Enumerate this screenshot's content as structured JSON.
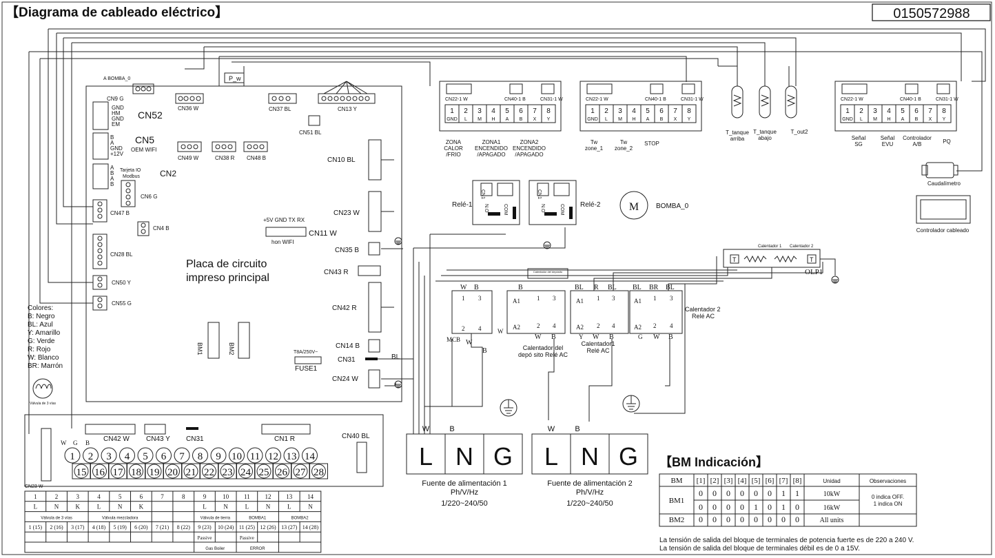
{
  "title": "【Diagrama de cableado eléctrico】",
  "code": "0150572988",
  "main_board": {
    "line1": "Placa de circuito",
    "line2": "impreso principal"
  },
  "connectors": {
    "cn9": "CN9 G",
    "cn52": "CN52",
    "cn52_pins": [
      "GND",
      "HM",
      "GND",
      "EM"
    ],
    "cn5": "CN5",
    "cn5_sub": "OEM WIFI",
    "cn5_pins": [
      "B",
      "A",
      "GND",
      "+12V"
    ],
    "cn2": "CN2",
    "cn2_pins": [
      "A",
      "B",
      "A",
      "B"
    ],
    "tarjeta": "Tarjeta IO",
    "modbus": "Modbus",
    "cn6": "CN6  G",
    "cn47": "CN47  B",
    "cn4": "CN4 B",
    "cn28": "CN28  BL",
    "cn50": "CN50  Y",
    "cn55": "CN55  G",
    "bomba0_top": "A BOMBA_0",
    "cn36": "CN36 W",
    "pw": "P_w",
    "cn37": "CN37  BL",
    "cn13": "CN13  Y",
    "cn51": "CN51  BL",
    "cn49": "CN49  W",
    "cn38": "CN38  R",
    "cn48": "CN48  B",
    "cn10": "CN10  BL",
    "cn23": "CN23  W",
    "cn35": "CN35  B",
    "cn43": "CN43  R",
    "cn42": "CN42  R",
    "cn14": "CN14  B",
    "cn31": "CN31",
    "cn24": "CN24 W",
    "bl": "BL",
    "cn11": "CN11 W",
    "cn11_pins": "+5V GND  TX   RX",
    "hon_wifi": "hon WIFI",
    "fuse_rating": "T8A/250V~",
    "fuse": "FUSE1",
    "bm1": "BM1",
    "bm2": "BM2"
  },
  "terminal_blocks": [
    {
      "top": [
        "CN22-1 W",
        "CN40-1 B",
        "CN31-1 W"
      ],
      "nums": [
        "1",
        "2",
        "3",
        "4",
        "5",
        "6",
        "7",
        "8"
      ],
      "pins": [
        "GND",
        "L",
        "M",
        "H",
        "A",
        "B",
        "X",
        "Y"
      ]
    },
    {
      "top": [
        "CN22-1 W",
        "CN40-1 B",
        "CN31-1 W"
      ],
      "nums": [
        "1",
        "2",
        "3",
        "4",
        "5",
        "6",
        "7",
        "8"
      ],
      "pins": [
        "GND",
        "L",
        "M",
        "H",
        "A",
        "B",
        "X",
        "Y"
      ]
    },
    {
      "top": [
        "CN22-1 W",
        "CN40-1 B",
        "CN31-1 W"
      ],
      "nums": [
        "1",
        "2",
        "3",
        "4",
        "5",
        "6",
        "7",
        "8"
      ],
      "pins": [
        "GND",
        "L",
        "M",
        "H",
        "A",
        "B",
        "X",
        "Y"
      ]
    }
  ],
  "zone_labels": [
    [
      "ZONA",
      "CALOR",
      "/FRIO"
    ],
    [
      "ZONA1",
      "ENCENDIDO",
      "/APAGADO"
    ],
    [
      "ZONA2",
      "ENCENDIDO",
      "/APAGADO"
    ]
  ],
  "tw_labels": [
    [
      "Tw",
      "zone_1"
    ],
    [
      "Tw",
      "zone_2"
    ],
    [
      "STOP"
    ]
  ],
  "sensors": [
    "T_tanque arriba",
    "T_tanque abajo",
    "T_out2"
  ],
  "sensor_lines": [
    [
      "T_tanque",
      "arriba"
    ],
    [
      "T_tanque",
      "abajo"
    ],
    [
      "T_out2"
    ]
  ],
  "right_labels": [
    [
      "Señal",
      "SG"
    ],
    [
      "Señal",
      "EVU"
    ],
    [
      "Controlador",
      "A/B"
    ],
    [
      "PQ"
    ]
  ],
  "caudalimetro": "Caudalímetro",
  "controlador": "Controlador cableado",
  "relays": {
    "r1": "Relé-1",
    "r2": "Relé-2",
    "cn1": "CN1",
    "no": "N.O",
    "com": "COM"
  },
  "pump": {
    "symbol": "M",
    "label": "BOMBA_0"
  },
  "heaters": {
    "c1": "Calentador 1",
    "c2": "Calentador 2",
    "olp": "OLP1",
    "t": "T"
  },
  "contactors": {
    "a1": "A1",
    "a2": "A2",
    "n1": "1",
    "n2": "2",
    "n3": "3",
    "n4": "4",
    "mcb": "MCB",
    "w": "W",
    "b": "B",
    "bl": "BL",
    "r": "R",
    "br": "BR",
    "y": "Y",
    "g": "G",
    "dep_box": "Calentador del depósito",
    "dep_l1": "Calentador del",
    "dep_l2": "depó sito Relé AC",
    "c1_l1": "Calentador1",
    "c1_l2": "Relé AC",
    "c2_l1": "Calentador 2",
    "c2_l2": "Relé AC"
  },
  "colors_legend": [
    "Colores:",
    "B: Negro",
    "BL: Azul",
    "Y: Amarillo",
    "G: Verde",
    "R: Rojo",
    "W: Blanco",
    "BR: Marrón"
  ],
  "valve": "Válvula de 3 vías",
  "bottom_board": {
    "cn42": "CN42 W",
    "cn43": "CN43 Y",
    "cn31": "CN31",
    "cn1": "CN1  R",
    "cn40": "CN40  BL",
    "cn23": "CN23 W",
    "wgb": [
      "W",
      "G",
      "B"
    ]
  },
  "terminals_top": [
    "1",
    "2",
    "3",
    "4",
    "5",
    "6",
    "7",
    "8",
    "9",
    "10",
    "11",
    "12",
    "13",
    "14"
  ],
  "terminals_bottom": [
    "15",
    "16",
    "17",
    "18",
    "19",
    "20",
    "21",
    "22",
    "23",
    "24",
    "25",
    "26",
    "27",
    "28"
  ],
  "bottom_table": {
    "r1": [
      "1",
      "2",
      "3",
      "4",
      "5",
      "6",
      "7",
      "8",
      "9",
      "10",
      "11",
      "12",
      "13",
      "14"
    ],
    "r2": [
      "L",
      "N",
      "K",
      "L",
      "N",
      "K",
      "",
      "",
      "L",
      "N",
      "L",
      "N",
      "L",
      "N"
    ],
    "r3": [
      {
        "t": "Válvula de 3 vías",
        "span": 3
      },
      {
        "t": "Válvula mezcladora",
        "span": 3
      },
      {
        "t": "",
        "span": 1
      },
      {
        "t": "",
        "span": 1
      },
      {
        "t": "Válvula de tierra",
        "span": 2
      },
      {
        "t": "BOMBA1",
        "span": 2
      },
      {
        "t": "BOMBA2",
        "span": 2
      }
    ],
    "r4": [
      "1 (15)",
      "2 (16)",
      "3 (17)",
      "4 (18)",
      "5 (19)",
      "6 (20)",
      "7 (21)",
      "8 (22)",
      "9 (23)",
      "10 (24)",
      "11 (25)",
      "12 (26)",
      "13 (27)",
      "14 (28)"
    ],
    "r5": [
      "",
      "",
      "",
      "",
      "",
      "",
      "",
      "",
      "Passive",
      "",
      "Passive",
      "",
      "",
      ""
    ],
    "r6": [
      {
        "t": "",
        "span": 8
      },
      {
        "t": "Gas Boiler",
        "span": 2
      },
      {
        "t": "ERROR",
        "span": 2
      },
      {
        "t": "",
        "span": 2
      }
    ]
  },
  "power1": {
    "terms": [
      "L",
      "N",
      "G"
    ],
    "wires": [
      "W",
      "B"
    ],
    "l1": "Fuente de alimentación 1",
    "l2": "Ph/V/Hz",
    "l3": "1/220~240/50"
  },
  "power2": {
    "terms": [
      "L",
      "N",
      "G"
    ],
    "wires": [
      "W",
      "B"
    ],
    "l1": "Fuente de alimentación 2",
    "l2": "Ph/V/Hz",
    "l3": "1/220~240/50"
  },
  "bm": {
    "title": "【BM Indicación】",
    "header": [
      "BM",
      "[1]",
      "[2]",
      "[3]",
      "[4]",
      "[5]",
      "[6]",
      "[7]",
      "[8]",
      "Unidad",
      "Observaciones"
    ],
    "rows": [
      {
        "name": "BM1",
        "vals": [
          "0",
          "0",
          "0",
          "0",
          "0",
          "0",
          "1",
          "1"
        ],
        "unit": "10kW"
      },
      {
        "name": "",
        "vals": [
          "0",
          "0",
          "0",
          "0",
          "1",
          "0",
          "1",
          "0"
        ],
        "unit": "16kW"
      },
      {
        "name": "BM2",
        "vals": [
          "0",
          "0",
          "0",
          "0",
          "0",
          "0",
          "0",
          "0"
        ],
        "unit": "All  units"
      }
    ],
    "obs1": "0 indica OFF.",
    "obs2": "1 indica ON",
    "note1": "La tensión de salida del bloque de terminales de potencia fuerte es de 220 a 240 V.",
    "note2": "La tensión de salida del bloque de terminales débil es de 0 a 15V."
  }
}
